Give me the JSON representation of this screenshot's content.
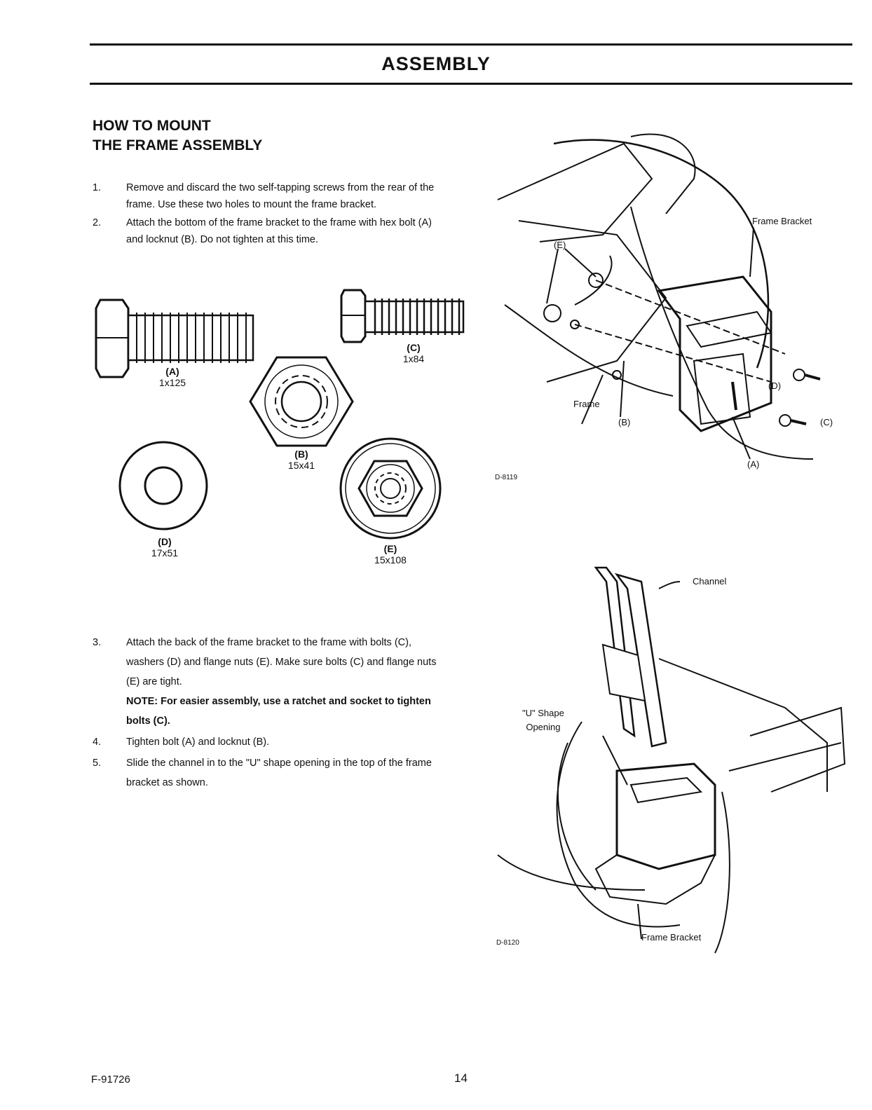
{
  "title": "ASSEMBLY",
  "heading": [
    "HOW TO MOUNT",
    "THE FRAME ASSEMBLY"
  ],
  "steps_top": [
    {
      "num": "1.",
      "text": "Remove and discard the two self-tapping screws from the rear of the frame. Use these two holes to mount the frame bracket."
    },
    {
      "num": "2.",
      "text": "Attach the bottom of the frame bracket to the frame with hex bolt (A) and locknut (B). Do not tighten at this time."
    }
  ],
  "hardware": [
    {
      "letter": "(A)",
      "size": "1x125",
      "icon": "hex-bolt-icon"
    },
    {
      "letter": "(C)",
      "size": "1x84",
      "icon": "hex-bolt-icon"
    },
    {
      "letter": "(B)",
      "size": "15x41",
      "icon": "hex-nut-icon"
    },
    {
      "letter": "(D)",
      "size": "17x51",
      "icon": "flat-washer-icon"
    },
    {
      "letter": "(E)",
      "size": "15x108",
      "icon": "flange-nut-icon"
    }
  ],
  "steps_bottom": [
    {
      "num": "3.",
      "text": "Attach the back of the frame bracket to the frame with bolts (C), washers (D) and flange nuts (E). Make sure bolts (C) and flange nuts (E) are tight.",
      "note": "NOTE: For easier assembly, use a ratchet and socket to tighten bolts (C)."
    },
    {
      "num": "4.",
      "text": "Tighten bolt (A) and locknut (B)."
    },
    {
      "num": "5.",
      "text": "Slide the channel in to the \"U\" shape opening in the top of the frame bracket as shown."
    }
  ],
  "figure1": {
    "code": "D-8119",
    "callouts": {
      "frame_bracket": "Frame Bracket",
      "e": "(E)",
      "d": "(D)",
      "c": "(C)",
      "frame": "Frame",
      "b": "(B)",
      "a": "(A)"
    }
  },
  "figure2": {
    "code": "D-8120",
    "callouts": {
      "channel": "Channel",
      "u_shape_1": "\"U\" Shape",
      "u_shape_2": "Opening",
      "frame_bracket": "Frame Bracket"
    }
  },
  "footer": {
    "doc_code": "F-91726",
    "page": "14"
  }
}
